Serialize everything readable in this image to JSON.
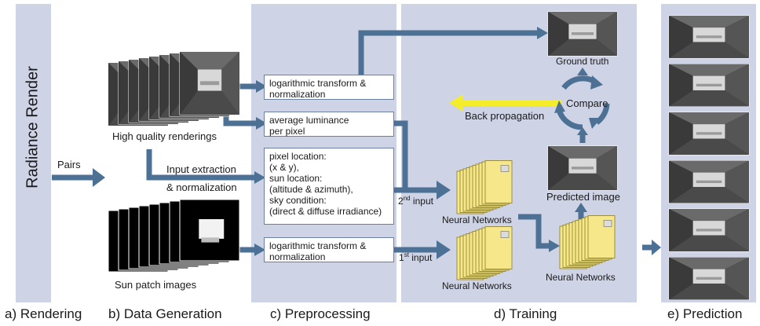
{
  "colors": {
    "panel": "#cfd3e6",
    "arrow": "#4d7195",
    "back_arrow": "#f4ee2a",
    "network": "#f6e88a"
  },
  "rendering": {
    "vertical_label": "Radiance Render",
    "pairs_label": "Pairs",
    "section": "a) Rendering"
  },
  "data_generation": {
    "high_quality_label": "High quality renderings",
    "input_extraction_line1": "Input extraction",
    "input_extraction_line2": "& normalization",
    "sun_patch_label": "Sun patch images",
    "section": "b) Data Generation"
  },
  "preprocessing": {
    "box1": [
      "logarithmic transform &",
      "normalization"
    ],
    "box2": [
      "average luminance",
      "per pixel"
    ],
    "box3": [
      "pixel location:",
      "(x & y),",
      "sun location:",
      "(altitude & azimuth),",
      "sky condition:",
      "(direct & diffuse irradiance)"
    ],
    "box4": [
      "logarithmic transform &",
      "normalization"
    ],
    "section": "c) Preprocessing"
  },
  "training": {
    "ground_truth": "Ground truth",
    "compare": "Compare",
    "back_propagation": "Back propagation",
    "predicted_image": "Predicted image",
    "second_input_num": "2",
    "second_input_sup": "nd",
    "second_input_word": " input",
    "first_input_num": "1",
    "first_input_sup": "st",
    "first_input_word": " input",
    "nn_top": "Neural Networks",
    "nn_bottom": "Neural Networks",
    "nn_right": "Neural Networks",
    "section": "d) Training"
  },
  "prediction": {
    "section": "e) Prediction"
  }
}
